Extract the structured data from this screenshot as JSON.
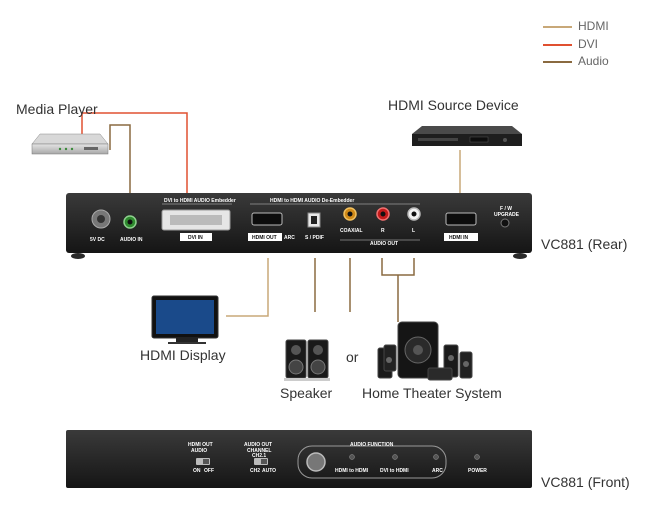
{
  "legend": {
    "items": [
      {
        "label": "HDMI",
        "color": "#c8a878"
      },
      {
        "label": "DVI",
        "color": "#e05030"
      },
      {
        "label": "Audio",
        "color": "#8a6a40"
      }
    ]
  },
  "labels": {
    "media_player": "Media Player",
    "hdmi_source": "HDMI Source Device",
    "rear": "VC881 (Rear)",
    "front": "VC881 (Front)",
    "hdmi_display": "HDMI Display",
    "speaker": "Speaker",
    "or": "or",
    "home_theater": "Home Theater System"
  },
  "rear_panel": {
    "dvi_embedder": "DVI to HDMI AUDIO Embedder",
    "deembedder": "HDMI to HDMI AUDIO De-Embedder",
    "audio_in": "AUDIO IN",
    "dvi_in": "DVI IN",
    "hdmi_out": "HDMI OUT",
    "arc": "ARC",
    "spdif": "S / PDIF",
    "coaxial": "COAXIAL",
    "r": "R",
    "l": "L",
    "audio_out": "AUDIO OUT",
    "hdmi_in": "HDMI IN",
    "fw": "F / W",
    "upgrade": "UPGRADE",
    "dc": "5V DC"
  },
  "front_panel": {
    "hdmi_out_audio_1": "HDMI OUT",
    "hdmi_out_audio_2": "AUDIO",
    "on": "ON",
    "off": "OFF",
    "audio_out_ch_1": "AUDIO OUT",
    "audio_out_ch_2": "CHANNEL",
    "ch_sel": "CH2.1",
    "ch2": "CH2",
    "auto": "AUTO",
    "audio_function": "AUDIO FUNCTION",
    "hdmi_to_hdmi": "HDMI to HDMI",
    "dvi_to_hdmi": "DVI to HDMI",
    "arc": "ARC",
    "power": "POWER"
  }
}
